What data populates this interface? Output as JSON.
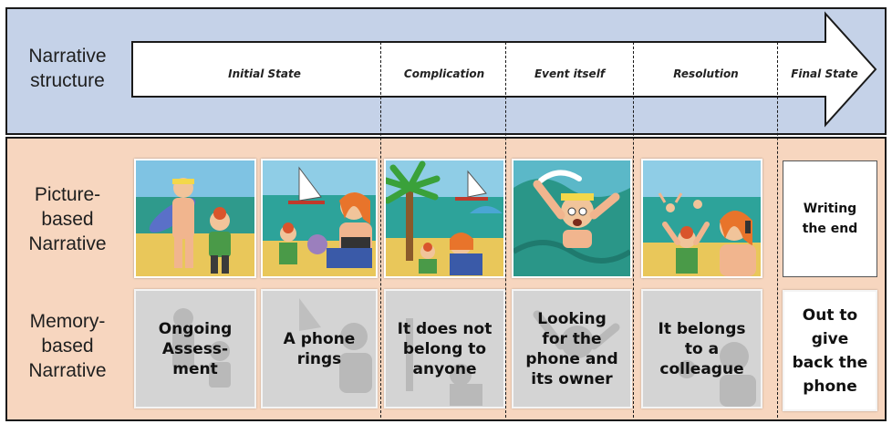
{
  "rows": {
    "top_label": "Narrative\nstructure",
    "picture_label": "Picture-\nbased\nNarrative",
    "memory_label": "Memory-\nbased\nNarrative"
  },
  "stages": [
    "Initial State",
    "Complication",
    "Event itself",
    "Resolution",
    "Final State"
  ],
  "picture_panels": [
    {
      "scene": "surfer-and-boy-on-beach"
    },
    {
      "scene": "woman-gives-ball-windsurfer"
    },
    {
      "scene": "palm-tree-and-sunbathers"
    },
    {
      "scene": "man-drowning-in-wave"
    },
    {
      "scene": "woman-on-phone-waving"
    }
  ],
  "picture_final": "Writing\nthe end",
  "memory_texts": [
    "Ongoing\nAssess-\nment",
    "A phone\nrings",
    "It does not\nbelong to\nanyone",
    "Looking\nfor the\nphone and\nits owner",
    "It belongs\nto a\ncolleague"
  ],
  "memory_final": "Out to\ngive\nback the\nphone",
  "colors": {
    "top_band": "#c5d2e8",
    "bottom_band": "#f7d6bf",
    "border": "#1a1a1a",
    "memory_panel": "#d4d4d4"
  }
}
